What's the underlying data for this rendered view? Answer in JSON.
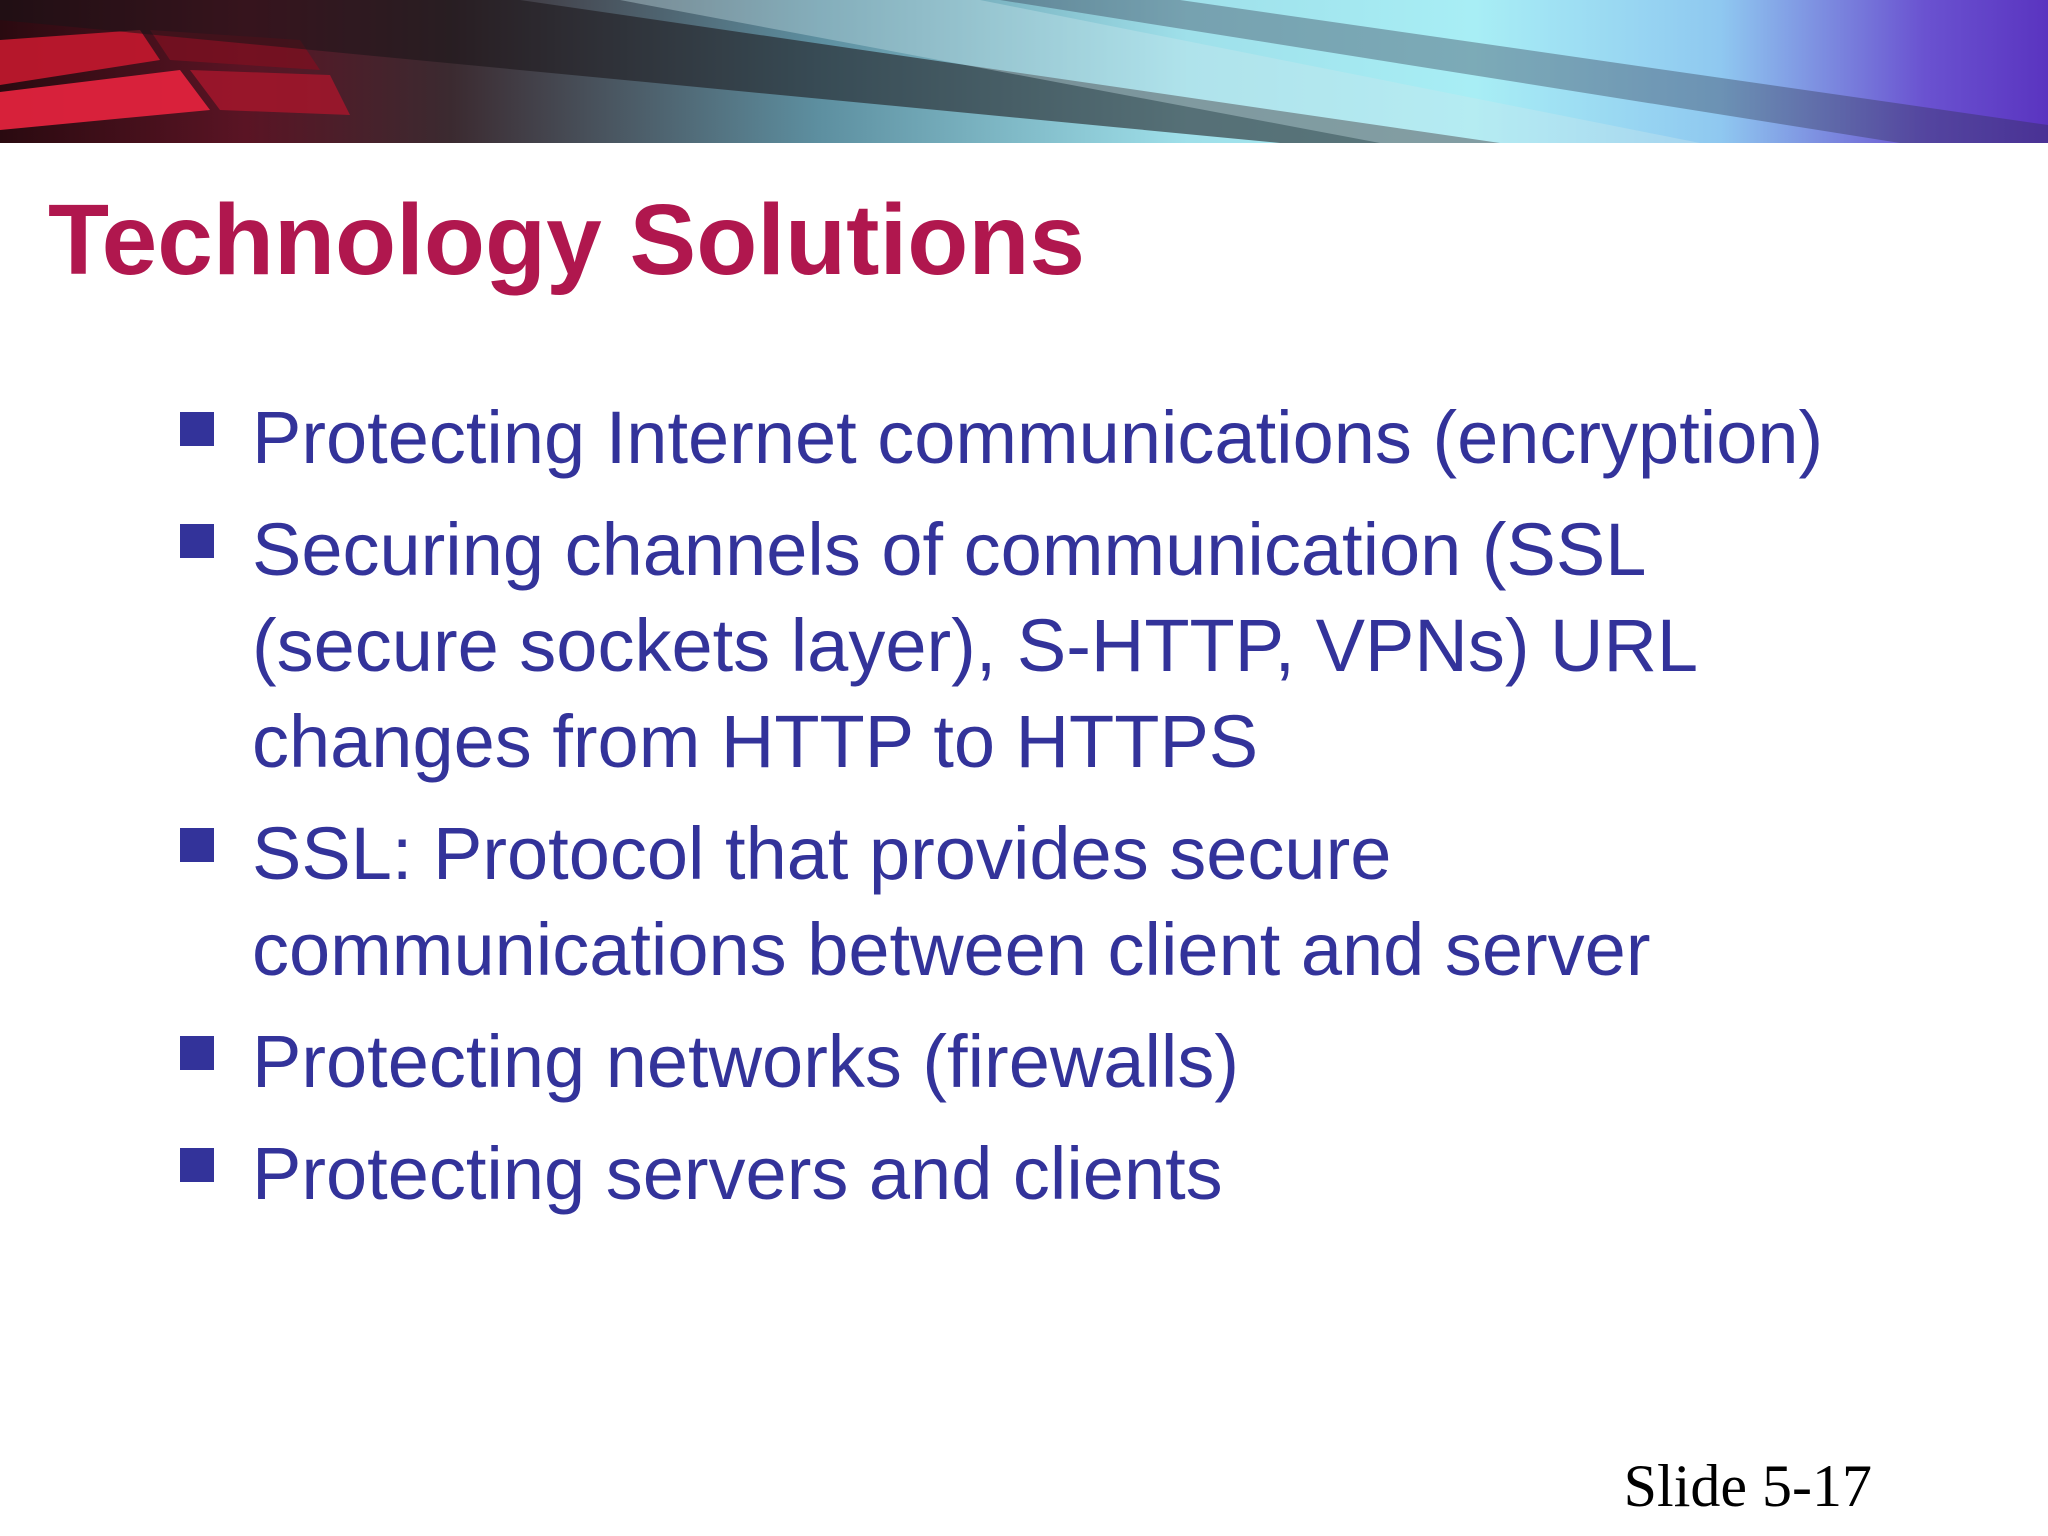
{
  "slide": {
    "title": "Technology Solutions",
    "bullets": [
      {
        "text": "Protecting Internet communications (encryption)"
      },
      {
        "text": "Securing channels of communication (SSL (secure sockets layer), S-HTTP, VPNs) URL changes from HTTP to HTTPS"
      },
      {
        "text": "SSL: Protocol that provides secure communications between client and server"
      },
      {
        "text": "Protecting networks (firewalls)"
      },
      {
        "text": "Protecting servers and clients"
      }
    ],
    "slide_number": "Slide 5-17"
  },
  "colors": {
    "title": "#b0174e",
    "bullet_text": "#33339a",
    "bullet_marker": "#33339a",
    "banner_red": "#e0233d",
    "banner_cyan": "#a8eef5",
    "banner_violet": "#5a34c0"
  }
}
